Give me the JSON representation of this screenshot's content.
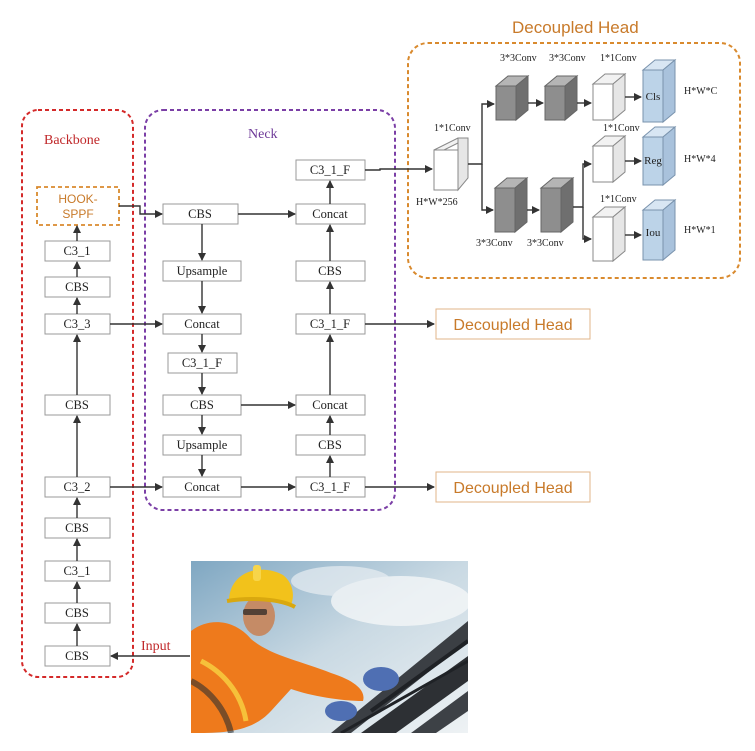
{
  "titles": {
    "backbone": "Backbone",
    "neck": "Neck",
    "decoupled_head": "Decoupled Head",
    "input": "Input"
  },
  "colors": {
    "backbone_border": "#d42a2a",
    "neck_border": "#7b3fa6",
    "head_border": "#d98a2e",
    "head_text": "#c87a2a",
    "conv_gray": "#8e8e8e",
    "output_blue": "#bcd3e8"
  },
  "backbone": {
    "nodes": [
      "HOOK-\nSPPF",
      "C3_1",
      "CBS",
      "C3_3",
      "CBS",
      "C3_2",
      "CBS",
      "C3_1",
      "CBS",
      "CBS"
    ],
    "hook_line1": "HOOK-",
    "hook_line2": "SPPF"
  },
  "neck": {
    "left_col": [
      "CBS",
      "Upsample",
      "Concat",
      "C3_1_F",
      "CBS",
      "Upsample",
      "Concat"
    ],
    "right_col": [
      "C3_1_F",
      "Concat",
      "CBS",
      "C3_1_F",
      "Concat",
      "CBS",
      "C3_1_F"
    ]
  },
  "head": {
    "input_conv": "1*1Conv",
    "input_dim": "H*W*256",
    "top_conv1": "3*3Conv",
    "top_conv2": "3*3Conv",
    "top_conv3": "1*1Conv",
    "mid_conv": "1*1Conv",
    "bot_conv1": "3*3Conv",
    "bot_conv2": "3*3Conv",
    "bot_conv3": "1*1Conv",
    "out_cls": "Cls",
    "out_reg": "Reg",
    "out_iou": "Iou",
    "dim_cls": "H*W*C",
    "dim_reg": "H*W*4",
    "dim_iou": "H*W*1"
  },
  "outputs": {
    "mid": "Decoupled Head",
    "low": "Decoupled Head"
  }
}
